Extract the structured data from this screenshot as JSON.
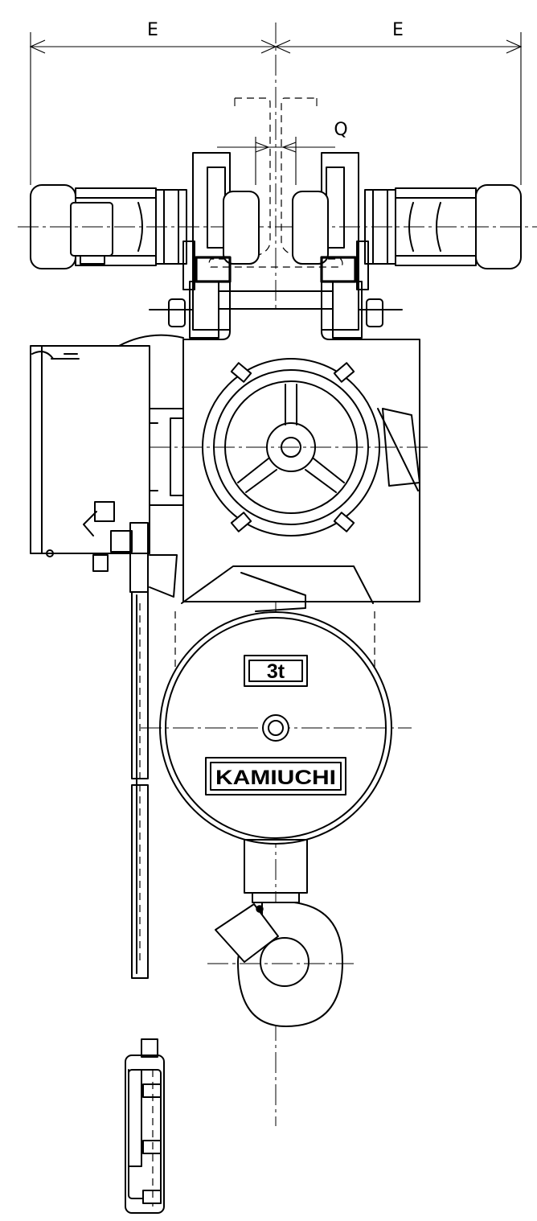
{
  "dimensions": {
    "left_label": "E",
    "right_label": "E",
    "flange_label": "Q"
  },
  "nameplates": {
    "capacity": "3t",
    "brand": "KAMIUCHI"
  },
  "colors": {
    "line": "#000000",
    "background": "#ffffff"
  }
}
